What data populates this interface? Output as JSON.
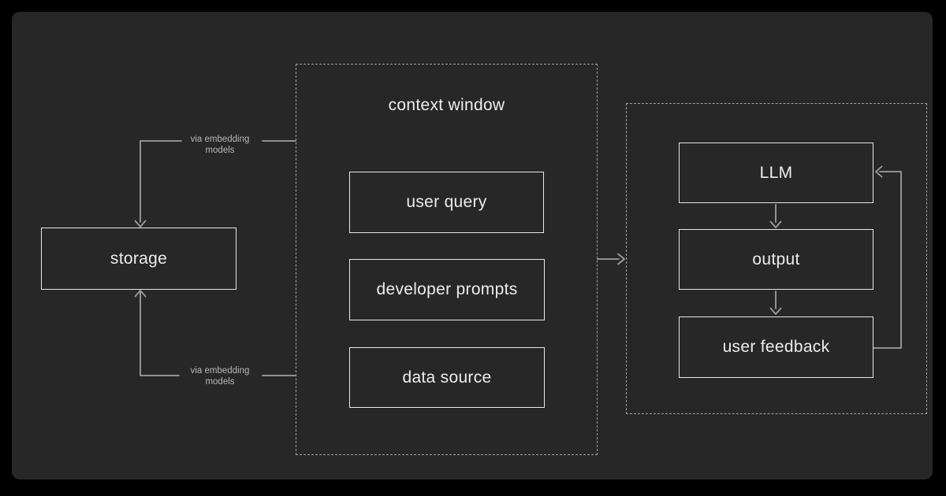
{
  "page": {
    "background": "#000000",
    "panel_background": "#272727"
  },
  "colors": {
    "solid_box_border": "#e8e8e8",
    "dashed_group_border": "#a0a0a0",
    "connector_line": "#9e9e9e",
    "box_label_text": "#ededed",
    "annotation_text": "#b8b8b8"
  },
  "diagram": {
    "storage": {
      "label": "storage"
    },
    "context_window": {
      "title": "context window",
      "boxes": [
        {
          "label": "user query"
        },
        {
          "label": "developer prompts"
        },
        {
          "label": "data source"
        }
      ]
    },
    "pipeline": {
      "boxes": [
        {
          "label": "LLM"
        },
        {
          "label": "output"
        },
        {
          "label": "user feedback"
        }
      ]
    },
    "connectors": {
      "top_label": "via embedding models",
      "bottom_label": "via embedding models"
    }
  }
}
